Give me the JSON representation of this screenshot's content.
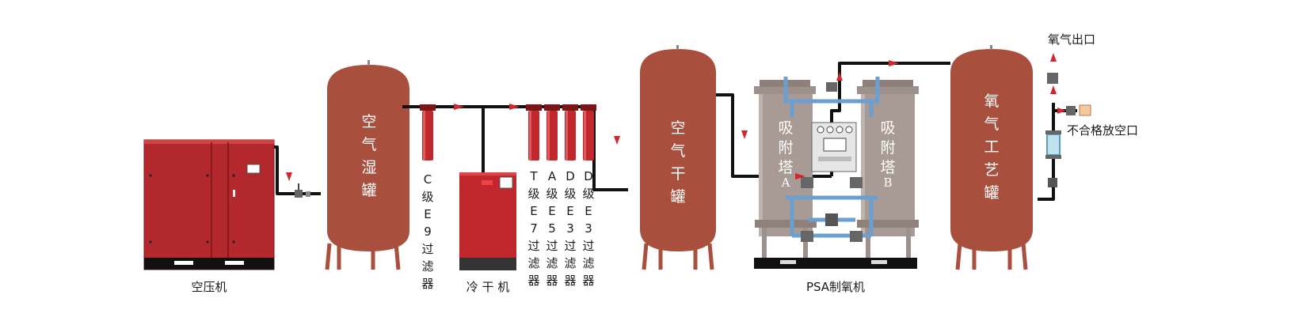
{
  "labels": {
    "air_compressor": "空压机",
    "air_wet_tank": "空气湿罐",
    "c_filter": "C级E9过滤器",
    "dryer": "冷 干 机",
    "t_filter": "T级E7过滤器",
    "a_filter": "A级E5过滤器",
    "d_filter_1": "D级E3过滤器",
    "d_filter_2": "D级E3过滤器",
    "air_dry_tank": "空气干罐",
    "adsorber_a": "吸附塔",
    "adsorber_a_letter": "A",
    "adsorber_b": "吸附塔",
    "adsorber_b_letter": "B",
    "psa": "PSA制氧机",
    "oxygen_tank": "氧气工艺罐",
    "oxygen_outlet": "氧气出口",
    "vent": "不合格放空口"
  },
  "colors": {
    "tank": "#a84f3e",
    "machine_red": "#c0282d",
    "adsorber_gray": "#a89b95",
    "pipe": "#111111",
    "flow_arrow": "#d2262b",
    "blue_pipe": "#6a9fd0"
  }
}
